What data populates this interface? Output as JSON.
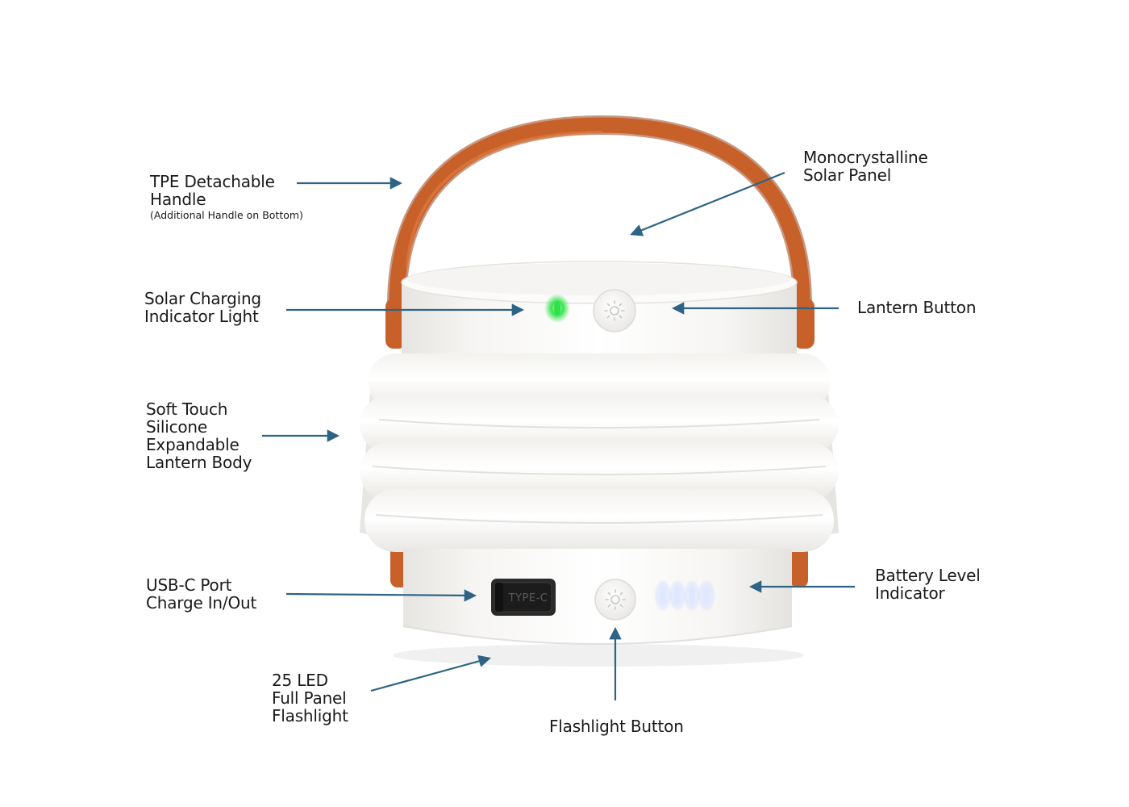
{
  "colors": {
    "arrow": "#2d6384",
    "handle": "#c8602a",
    "handle_shadow": "#9a4418",
    "body": "#f4f3f1",
    "indicator_light": "#2fe04a",
    "battery_led": "#dfe8ff"
  },
  "callouts": {
    "handle": {
      "lines": [
        "TPE Detachable",
        "Handle"
      ],
      "note": "(Additional Handle on Bottom)"
    },
    "solar_panel": {
      "lines": [
        "Monocrystalline",
        "Solar Panel"
      ]
    },
    "charging_indicator": {
      "lines": [
        "Solar Charging",
        "Indicator Light"
      ]
    },
    "lantern_button": {
      "lines": [
        "Lantern Button"
      ]
    },
    "body": {
      "lines": [
        "Soft Touch",
        "Silicone",
        "Expandable",
        "Lantern Body"
      ]
    },
    "usb_port": {
      "lines": [
        "USB-C Port",
        "Charge In/Out"
      ]
    },
    "battery_indicator": {
      "lines": [
        "Battery Level",
        "Indicator"
      ]
    },
    "flashlight": {
      "lines": [
        "25 LED",
        "Full Panel",
        "Flashlight"
      ]
    },
    "flashlight_button": {
      "lines": [
        "Flashlight Button"
      ]
    }
  },
  "product": {
    "port_label": "TYPE-C",
    "battery_led_count": 4
  },
  "icons": {
    "lantern_button": "sun-icon",
    "flashlight_button": "sun-icon"
  }
}
